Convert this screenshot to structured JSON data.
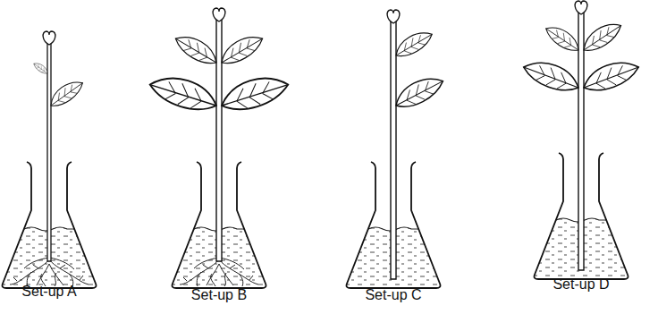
{
  "diagram": {
    "labels": [
      "Set-up A",
      "Set-up B",
      "Set-up C",
      "Set-up D"
    ]
  }
}
